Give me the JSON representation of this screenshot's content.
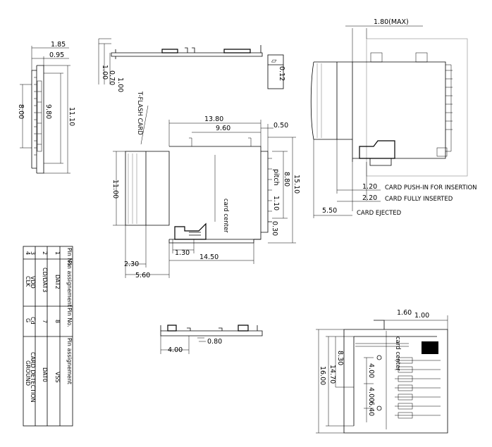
{
  "left_side_view": {
    "dims": {
      "width_top": "1.85",
      "width_second": "0.95",
      "height_outer": "11.10",
      "height_mid": "9.80",
      "height_inner": "8.00"
    }
  },
  "top_view": {
    "dims": {
      "d1": "1.00",
      "d2": "0.70",
      "d3": "1.00"
    },
    "flatness": {
      "symbol": "▱",
      "value": "0.12"
    }
  },
  "main_view": {
    "card_label": "T-FLASH CARD",
    "center_label": "card center",
    "dims": {
      "w_total": "13.80",
      "w_inner": "9.60",
      "w_right": "0.50",
      "h_card": "11.00",
      "h_total": "15.10",
      "h_pins": "8.80",
      "pitch_label": "pitch",
      "pitch": "1.10",
      "bottom_gap": "0.30",
      "w_body": "14.50",
      "small_bottom": "1.30",
      "left_small": "2.30",
      "left_offset": "5.60"
    }
  },
  "right_view": {
    "dims": {
      "max_height": "1.80(MAX)",
      "ejected": "5.50",
      "inserted": "2.20",
      "push_in": "1.20"
    },
    "notes": {
      "push_in": "CARD PUSH-IN FOR INSERTION",
      "inserted": "CARD FULLY INSERTED",
      "ejected": "CARD EJECTED"
    }
  },
  "pin_table": {
    "headers": [
      "Pin No.",
      "Pin assignement",
      "Pin No.",
      "Pin assignement"
    ],
    "rows": [
      [
        "1",
        "DAT2",
        "8",
        "VSS"
      ],
      [
        "2",
        "CD/DAT3",
        "7",
        "DAT0"
      ],
      [
        "3",
        "VDD",
        "Cd",
        "CARD DETECTION"
      ],
      [
        "4",
        "CLK",
        "G",
        "GROUND"
      ]
    ]
  },
  "bottom_side_view": {
    "dims": {
      "left": "4.00",
      "small": "0.80"
    }
  },
  "footprint_view": {
    "center_label": "card center",
    "dims": {
      "top_a": "1.60",
      "top_b": "1.00",
      "v1": "8.30",
      "v2": "14.70",
      "v3": "16.00",
      "v4": "4.00",
      "v5": "4.00",
      "v6": "6.40"
    }
  }
}
